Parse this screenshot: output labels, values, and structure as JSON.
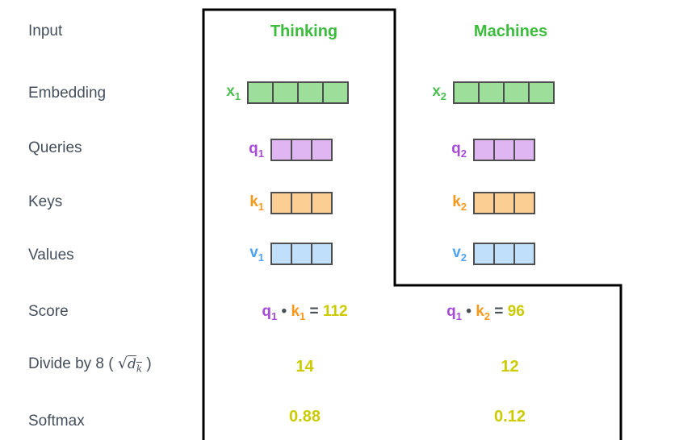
{
  "colors": {
    "label_text": "#454F5B",
    "header_green": "#3CBC3C",
    "green_label": "#4DBC52",
    "green_fill": "#9CDE9A",
    "purple_label": "#A74CD7",
    "purple_fill": "#DFB6F2",
    "orange_label": "#F8991E",
    "orange_fill": "#FBCE94",
    "blue_label": "#4EA3F6",
    "blue_fill": "#C0DFFA",
    "yellow": "#CBCB00",
    "operator_gray": "#4A5157",
    "cell_border": "#4E4E4E",
    "outline_black": "#000000"
  },
  "row_labels": {
    "input": "Input",
    "embedding": "Embedding",
    "queries": "Queries",
    "keys": "Keys",
    "values": "Values",
    "score": "Score",
    "divide_prefix": "Divide by 8 ( ",
    "divide_sqrt": "√",
    "divide_d": "d",
    "divide_sub": "k",
    "divide_suffix": " )",
    "softmax": "Softmax"
  },
  "tokens": [
    {
      "header": "Thinking",
      "embedding": {
        "base": "x",
        "sub": "1",
        "cells": 4
      },
      "query": {
        "base": "q",
        "sub": "1",
        "cells": 3
      },
      "key": {
        "base": "k",
        "sub": "1",
        "cells": 3
      },
      "value": {
        "base": "v",
        "sub": "1",
        "cells": 3
      },
      "score": {
        "q_base": "q",
        "q_sub": "1",
        "dot": " • ",
        "k_base": "k",
        "k_sub": "1",
        "equals": " = ",
        "value": "112"
      },
      "divided": "14",
      "softmax": "0.88"
    },
    {
      "header": "Machines",
      "embedding": {
        "base": "x",
        "sub": "2",
        "cells": 4
      },
      "query": {
        "base": "q",
        "sub": "2",
        "cells": 3
      },
      "key": {
        "base": "k",
        "sub": "2",
        "cells": 3
      },
      "value": {
        "base": "v",
        "sub": "2",
        "cells": 3
      },
      "score": {
        "q_base": "q",
        "q_sub": "1",
        "dot": " • ",
        "k_base": "k",
        "k_sub": "2",
        "equals": " = ",
        "value": "96"
      },
      "divided": "12",
      "softmax": "0.12"
    }
  ]
}
